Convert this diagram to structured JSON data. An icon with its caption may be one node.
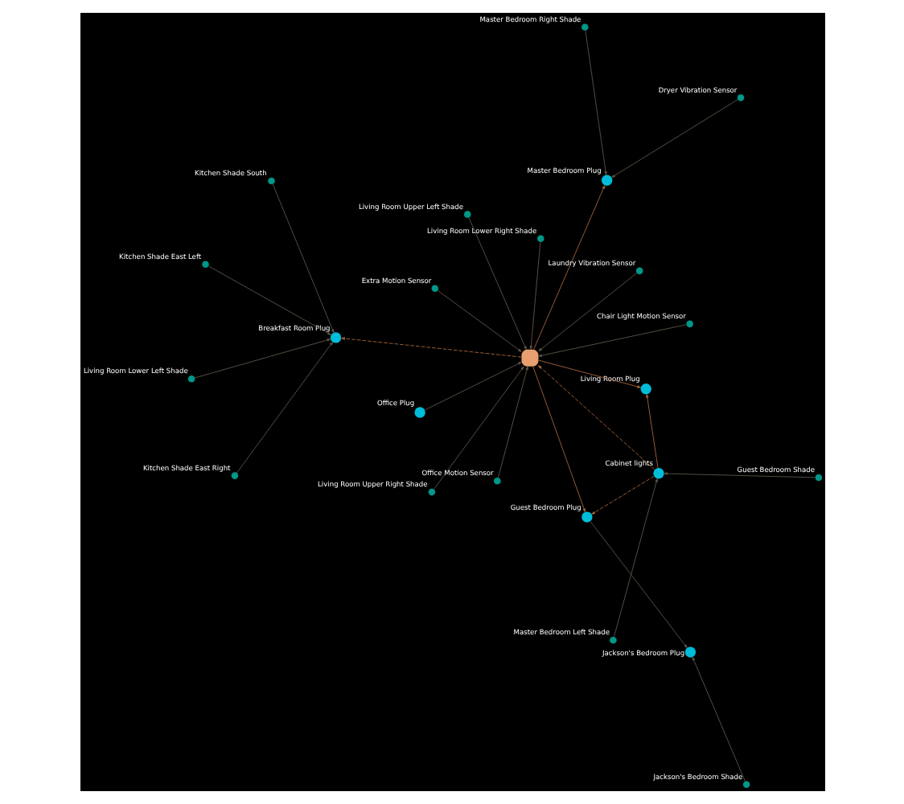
{
  "diagram": {
    "nodes": [
      {
        "text": [],
        "shape": "box"
      },
      {
        "text": [
          "Laundry Vibration Sensor"
        ]
      },
      {
        "text": [
          "Living Room Upper Right Shade"
        ]
      },
      {
        "text": [
          "Living Room Upper Left Shade"
        ]
      },
      {
        "text": [
          "Living Room Lower Right Shade"
        ]
      },
      {
        "text": [
          "Extra Motion Sensor"
        ]
      },
      {
        "text": [
          "Office Plug"
        ]
      },
      {
        "text": [
          "Chair Light Motion Sensor"
        ]
      },
      {
        "text": [
          "Master Bedroom Left Shade"
        ]
      },
      {
        "text": [
          "Jackson's Bedroom Plug"
        ]
      },
      {
        "text": [
          "Cabinet lights"
        ]
      },
      {
        "text": [
          "Guest Bedroom Plug"
        ]
      },
      {
        "text": [
          "Jackson's Bedroom Shade"
        ]
      },
      {
        "text": [
          "Guest Bedroom Shade"
        ]
      },
      {
        "text": [
          "Living Room Plug"
        ]
      },
      {
        "text": [
          "Office Motion Sensor"
        ]
      },
      {
        "text": [
          "Breakfast Room Plug"
        ]
      },
      {
        "text": [
          "Master Bedroom Plug"
        ]
      },
      {
        "text": [
          "Living Room Lower Left Shade"
        ]
      },
      {
        "text": [
          "Master Bedroom Right Shade"
        ]
      },
      {
        "text": [
          "Kitchen Shade East Left"
        ]
      },
      {
        "text": [
          "Kitchen Shade East Right"
        ]
      },
      {
        "text": [
          "Kitchen Shade South"
        ]
      },
      {
        "text": [
          "Dryer Vibration Sensor"
        ]
      }
    ],
    "edges": [
      {
        "from": 1,
        "to": 0,
        "arrow": "to"
      },
      {
        "from": 2,
        "to": 0,
        "arrow": "to"
      },
      {
        "from": 3,
        "to": 0,
        "arrow": "to"
      },
      {
        "from": 4,
        "to": 0,
        "arrow": "to"
      },
      {
        "from": 5,
        "to": 0,
        "arrow": "to"
      },
      {
        "from": 7,
        "to": 0,
        "arrow": "to"
      },
      {
        "from": 6,
        "to": 0,
        "arrow": "to"
      },
      {
        "from": 15,
        "to": 0,
        "arrow": "to"
      },
      {
        "from": 10,
        "to": 0,
        "arrow": "to",
        "style": "dashed",
        "color": "#a0603a"
      },
      {
        "from": 10,
        "to": 11,
        "arrow": "to",
        "style": "dashed",
        "color": "#a0603a"
      },
      {
        "from": 10,
        "to": 14,
        "arrow": "to",
        "color": "#a0603a"
      },
      {
        "from": 8,
        "to": 10,
        "arrow": "to"
      },
      {
        "from": 13,
        "to": 10,
        "arrow": "to"
      },
      {
        "from": 12,
        "to": 9,
        "arrow": "to"
      },
      {
        "from": 11,
        "to": 9,
        "arrow": "to"
      },
      {
        "from": 0,
        "to": 11,
        "arrow": "to",
        "color": "#a0603a"
      },
      {
        "from": 0,
        "to": 14,
        "arrow": "to",
        "color": "#a0603a"
      },
      {
        "from": 0,
        "to": 16,
        "arrow": "to",
        "style": "dashed",
        "color": "#a0603a"
      },
      {
        "from": 0,
        "to": 17,
        "arrow": "to",
        "color": "#a0603a"
      },
      {
        "from": 18,
        "to": 16,
        "arrow": "to"
      },
      {
        "from": 20,
        "to": 16,
        "arrow": "to"
      },
      {
        "from": 22,
        "to": 16,
        "arrow": "to"
      },
      {
        "from": 21,
        "to": 16,
        "arrow": "to"
      },
      {
        "from": 23,
        "to": 17,
        "arrow": "to"
      },
      {
        "from": 19,
        "to": 17,
        "arrow": "to"
      }
    ]
  }
}
